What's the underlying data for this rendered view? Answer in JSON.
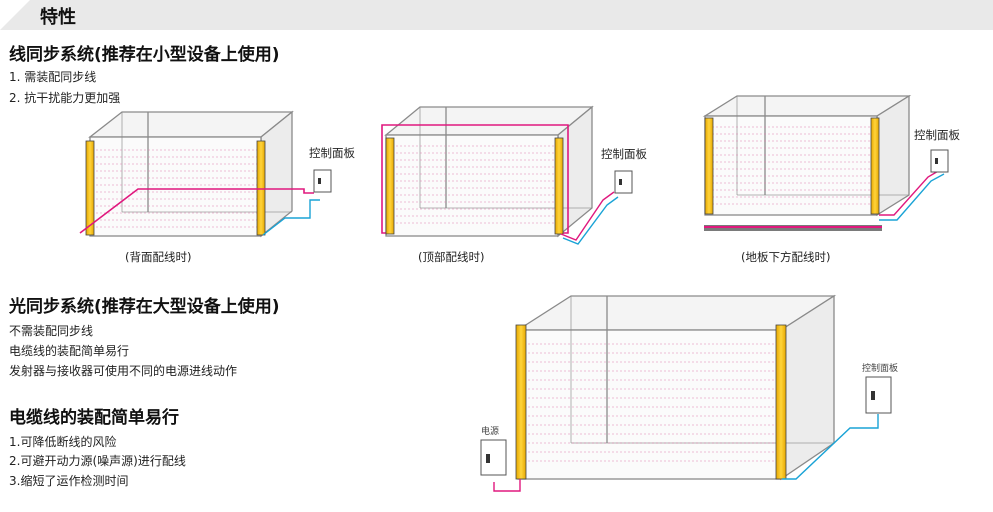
{
  "header": {
    "title": "特性"
  },
  "wire_sync": {
    "heading": "线同步系统(推荐在小型设备上使用)",
    "items": [
      "1. 需装配同步线",
      "2. 抗干扰能力更加强"
    ],
    "diagrams": [
      {
        "caption": "(背面配线时)",
        "panel_label": "控制面板"
      },
      {
        "caption": "(顶部配线时)",
        "panel_label": "控制面板"
      },
      {
        "caption": "(地板下方配线时)",
        "panel_label": "控制面板"
      }
    ]
  },
  "optical_sync": {
    "heading": "光同步系统(推荐在大型设备上使用)",
    "items": [
      "不需装配同步线",
      "电缆线的装配简单易行",
      "发射器与接收器可使用不同的电源进线动作"
    ]
  },
  "cable_section": {
    "heading": "电缆线的装配简单易行",
    "items": [
      "1.可降低断线的风险",
      "2.可避开动力源(噪声源)进行配线",
      "3.缩短了运作检测时间"
    ],
    "power_label": "电源",
    "panel_label": "控制面板"
  },
  "colors": {
    "sync_wire": "#e0187e",
    "signal_wire": "#1aa3d6",
    "sensor": "#f5c21b",
    "beam": "#e27fb0",
    "frame": "#8a8a8a"
  }
}
